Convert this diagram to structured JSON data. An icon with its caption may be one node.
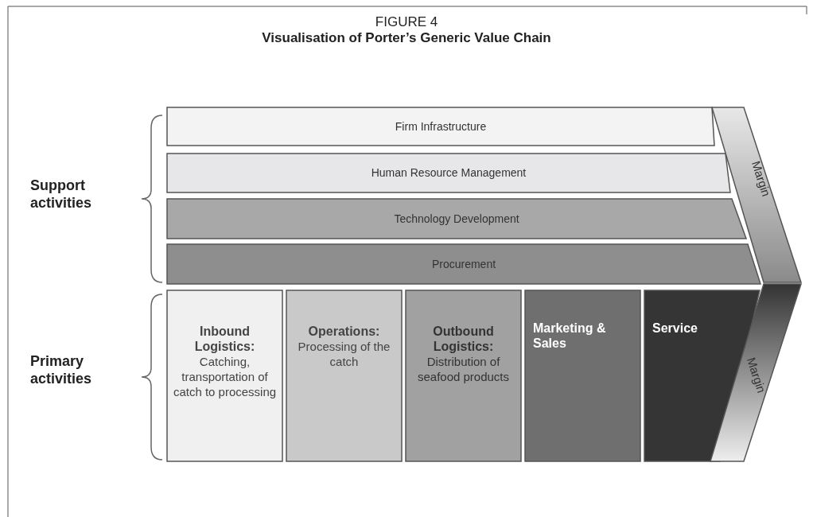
{
  "diagram": {
    "title": "Visualisation of Porter’s Generic Value Chain",
    "nodes": [
      {
        "text": [
          "Firm Infrastructure"
        ]
      },
      {
        "text": [
          "Human Resource Management"
        ]
      },
      {
        "text": [
          "Technology Development"
        ]
      },
      {
        "text": [
          "Procurement"
        ]
      },
      {
        "text": [
          "Inbound Logistics:",
          "Catching, transportation of catch to processing"
        ]
      },
      {
        "text": [
          "Operations:",
          "Processing of the catch"
        ]
      },
      {
        "text": [
          "Outbound Logistics:",
          "Distribution of seafood products"
        ]
      },
      {
        "text": [
          "Marketing & Sales"
        ]
      },
      {
        "text": [
          "Service"
        ]
      },
      {
        "text": [
          "Margin"
        ]
      },
      {
        "text": [
          "Margin"
        ]
      }
    ],
    "labels": [
      "FIGURE 4",
      "Support activities",
      "Primary activities"
    ]
  }
}
